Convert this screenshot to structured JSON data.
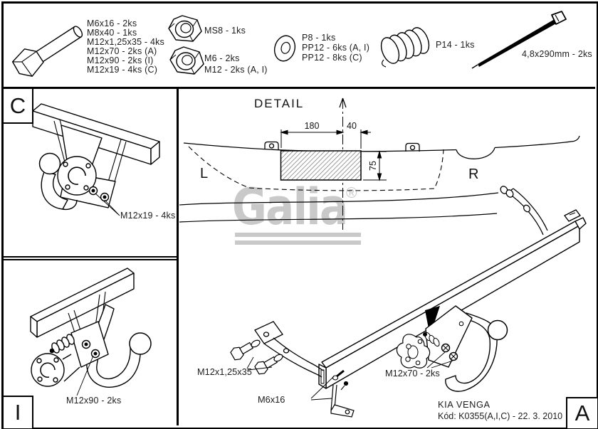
{
  "parts": {
    "bolt_lines": [
      "M6x16 - 2ks",
      "M8x40 - 1ks",
      "M12x1,25x35 - 4ks",
      "M12x70 - 2ks (A)",
      "M12x90 - 2ks (I)",
      "M12x19 - 4ks (C)"
    ],
    "nut_m8_label": "MS8 - 1ks",
    "nut_lines": [
      "M6 - 2ks",
      "M12 - 2ks (A, I)"
    ],
    "washer_lines": [
      "P8 - 1ks",
      "PP12 - 6ks (A, I)",
      "PP12 - 8ks (C)"
    ],
    "spring_label": "P14 - 1ks",
    "cable_tie_label": "4,8x290mm - 2ks"
  },
  "views": {
    "c": {
      "letter": "C",
      "callout": "M12x19 - 4ks"
    },
    "i": {
      "letter": "I",
      "callout": "M12x90 - 2ks"
    },
    "a": {
      "letter": "A"
    }
  },
  "detail": {
    "title": "DETAIL",
    "dim_left": "180",
    "dim_right": "40",
    "dim_height": "75",
    "left_label": "L",
    "right_label": "R"
  },
  "main": {
    "callout_bolt_m12x125": "M12x1,25x35",
    "callout_bolt_m6": "M6x16",
    "callout_bolt_m12x70": "M12x70 - 2ks"
  },
  "titleblock": {
    "model": "KIA VENGA",
    "code": "Kód: K0355(A,I,C) - 22. 3. 2010"
  },
  "watermark": {
    "brand": "Galia",
    "registered": "®",
    "color": "#c9c9c9"
  }
}
